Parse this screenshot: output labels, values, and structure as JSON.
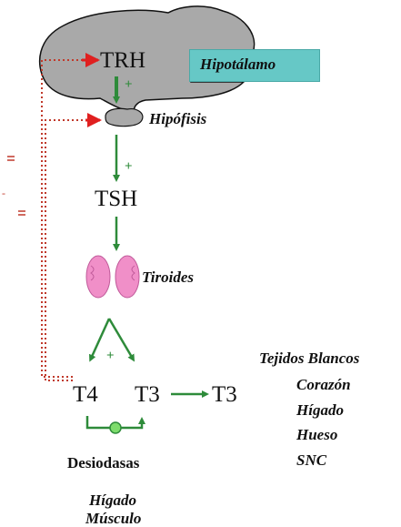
{
  "diagram": {
    "hormones": {
      "trh": "TRH",
      "tsh": "TSH",
      "t4": "T4",
      "t3": "T3",
      "t3_out": "T3"
    },
    "organs": {
      "hipotalamo": "Hipotálamo",
      "hipofisis": "Hipófisis",
      "tiroides": "Tiroides"
    },
    "enzymes": {
      "label": "Desiodasas",
      "sites": [
        "Hígado",
        "Músculo"
      ]
    },
    "targets": {
      "title": "Tejidos Blancos",
      "items": [
        "Corazón",
        "Hígado",
        "Hueso",
        "SNC"
      ]
    },
    "symbols": {
      "stimulation": "+",
      "inhibition": "-"
    },
    "colors": {
      "brain_fill": "#a9a9a9",
      "brain_stroke": "#111111",
      "hypothalamus_box": "#66c8c6",
      "stimulatory_arrow": "#2e8b3a",
      "feedback_arrow": "#c0392b",
      "thyroid_fill": "#f08fc8",
      "deiodinase_node": "#7ddc6c"
    }
  }
}
